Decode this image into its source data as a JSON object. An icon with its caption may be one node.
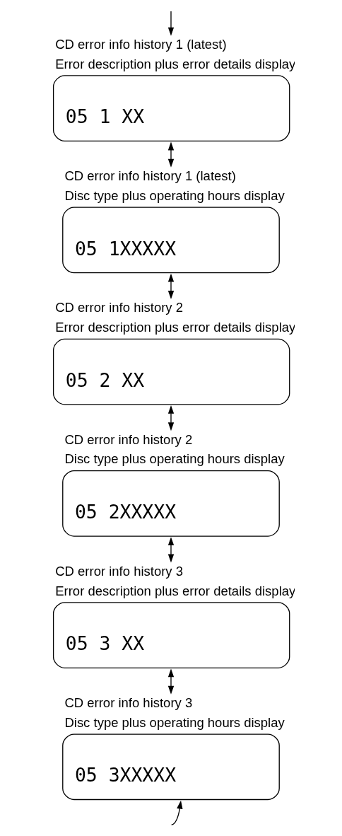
{
  "diagram": {
    "nodes": [
      {
        "text": [
          "CD error info history 1 (latest)",
          "Error description plus error details display",
          "05 1 XX"
        ]
      },
      {
        "text": [
          "CD error info history 1 (latest)",
          "Disc type plus operating hours display",
          "05 1XXXXX"
        ]
      },
      {
        "text": [
          "CD error info history 2",
          "Error description plus error details display",
          "05 2 XX"
        ]
      },
      {
        "text": [
          "CD error info history 2",
          "Disc type plus operating hours display",
          "05 2XXXXX"
        ]
      },
      {
        "text": [
          "CD error info history 3",
          "Error description plus error details display",
          "05 3 XX"
        ]
      },
      {
        "text": [
          "CD error info history 3",
          "Disc type plus operating hours display",
          "05 3XXXXX"
        ]
      }
    ],
    "edges": [
      {
        "from": null,
        "to": 0,
        "arrow": "to"
      },
      {
        "from": 0,
        "to": 1,
        "arrow": "both"
      },
      {
        "from": 1,
        "to": 2,
        "arrow": "both"
      },
      {
        "from": 2,
        "to": 3,
        "arrow": "both"
      },
      {
        "from": 3,
        "to": 4,
        "arrow": "both"
      },
      {
        "from": 4,
        "to": 5,
        "arrow": "both"
      },
      {
        "from": null,
        "to": 5,
        "arrow": "to"
      }
    ]
  }
}
